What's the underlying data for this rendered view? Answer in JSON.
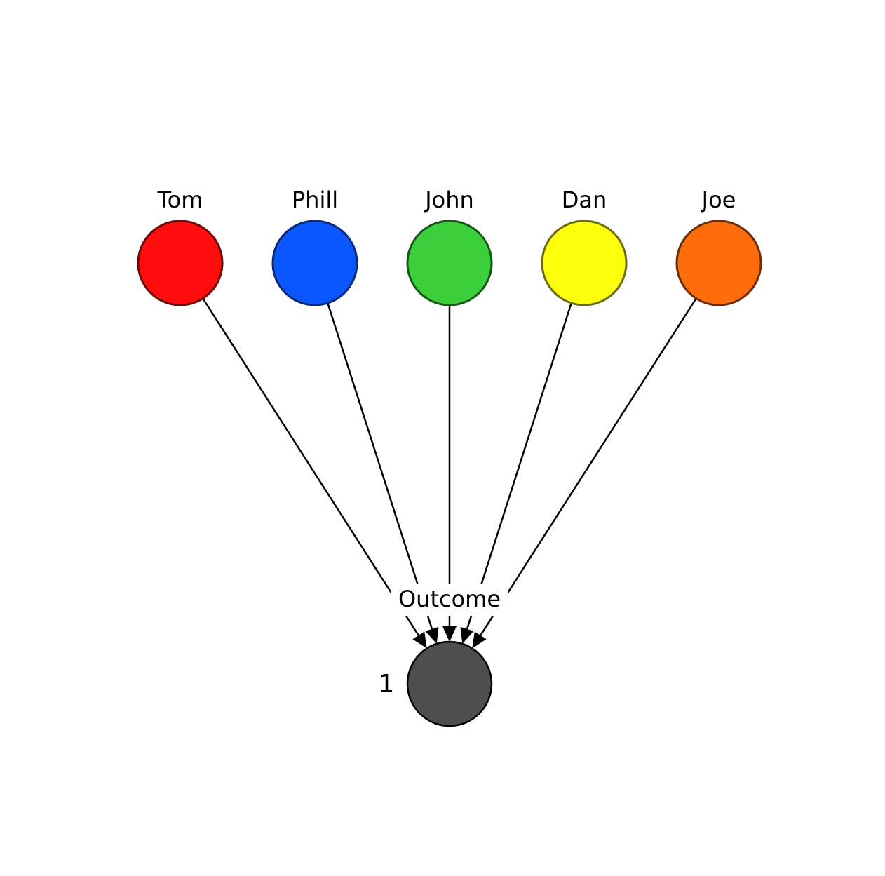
{
  "nodes": [
    {
      "label": "Tom",
      "color": "#ff0d0d",
      "stroke": "#6b0808"
    },
    {
      "label": "Phill",
      "color": "#0b57ff",
      "stroke": "#0a2a77"
    },
    {
      "label": "John",
      "color": "#3bcf3b",
      "stroke": "#165916"
    },
    {
      "label": "Dan",
      "color": "#ffff0d",
      "stroke": "#6b6b12"
    },
    {
      "label": "Joe",
      "color": "#ff6d0b",
      "stroke": "#6b2c0a"
    }
  ],
  "target": {
    "label": "Outcome",
    "count": "1",
    "color": "#4d4d4d",
    "stroke": "#000000"
  }
}
